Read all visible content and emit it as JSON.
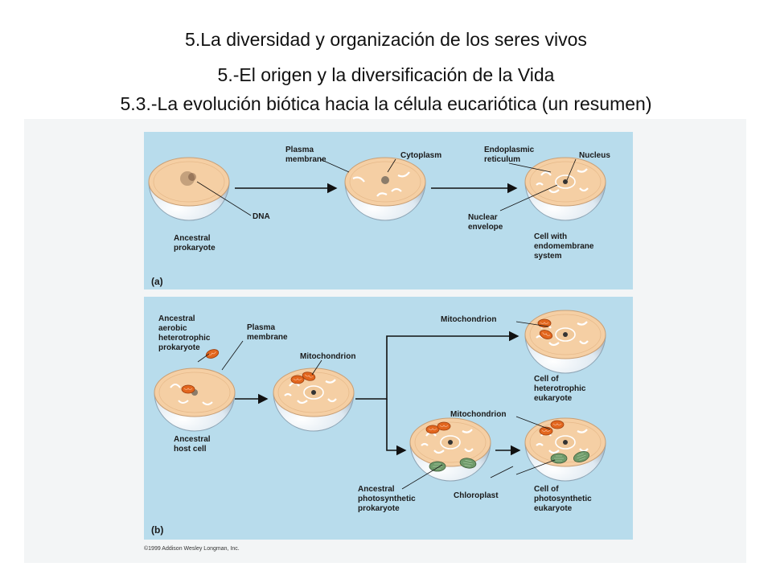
{
  "slide": {
    "title_line1": "5.La diversidad y organización de los seres vivos",
    "title_line2": "5.-El origen y la diversificación de la Vida",
    "title_line3": "5.3.-La evolución biótica hacia la célula eucariótica (un resumen)"
  },
  "figure": {
    "panel_a": {
      "tag": "(a)",
      "labels": {
        "dna": "DNA",
        "ancestral_prokaryote_1": "Ancestral",
        "ancestral_prokaryote_2": "prokaryote",
        "plasma_membrane_1": "Plasma",
        "plasma_membrane_2": "membrane",
        "cytoplasm": "Cytoplasm",
        "er_1": "Endoplasmic",
        "er_2": "reticulum",
        "nucleus": "Nucleus",
        "nuclear_envelope_1": "Nuclear",
        "nuclear_envelope_2": "envelope",
        "cell_endo_1": "Cell with",
        "cell_endo_2": "endomembrane",
        "cell_endo_3": "system"
      }
    },
    "panel_b": {
      "tag": "(b)",
      "labels": {
        "aerobic_1": "Ancestral",
        "aerobic_2": "aerobic",
        "aerobic_3": "heterotrophic",
        "aerobic_4": "prokaryote",
        "plasma_membrane_1": "Plasma",
        "plasma_membrane_2": "membrane",
        "mitochondrion_mid": "Mitochondrion",
        "host_1": "Ancestral",
        "host_2": "host cell",
        "mitochondrion_top": "Mitochondrion",
        "hetero_1": "Cell of",
        "hetero_2": "heterotrophic",
        "hetero_3": "eukaryote",
        "mitochondrion_low": "Mitochondrion",
        "photo_prok_1": "Ancestral",
        "photo_prok_2": "photosynthetic",
        "photo_prok_3": "prokaryote",
        "chloroplast": "Chloroplast",
        "photo_euk_1": "Cell of",
        "photo_euk_2": "photosynthetic",
        "photo_euk_3": "eukaryote"
      }
    },
    "copyright": "©1999 Addison Wesley Longman, Inc.",
    "colors": {
      "panel_bg": "#b8dcec",
      "cytoplasm": "#f5cfa4",
      "cell_sphere": "#e4eef5",
      "mitochondrion": "#e2661e",
      "chloroplast": "#6f9a6a"
    }
  }
}
